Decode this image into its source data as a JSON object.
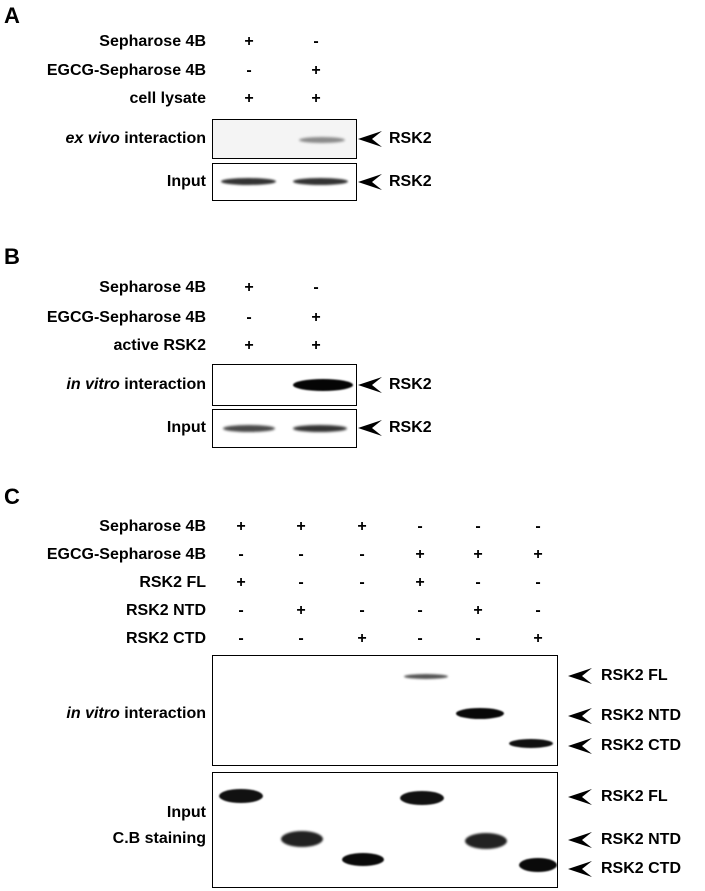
{
  "panels": {
    "a": "A",
    "b": "B",
    "c": "C"
  },
  "panel_a": {
    "rows": [
      {
        "label": "Sepharose 4B",
        "values": [
          "+",
          "-"
        ]
      },
      {
        "label": "EGCG-Sepharose 4B",
        "values": [
          "-",
          "+"
        ]
      },
      {
        "label": "cell lysate",
        "values": [
          "+",
          "+"
        ]
      }
    ],
    "interaction_label_italic": "ex vivo",
    "interaction_label_rest": " interaction",
    "input_label": "Input",
    "band_label_1": "RSK2",
    "band_label_2": "RSK2"
  },
  "panel_b": {
    "rows": [
      {
        "label": "Sepharose 4B",
        "values": [
          "+",
          "-"
        ]
      },
      {
        "label": "EGCG-Sepharose 4B",
        "values": [
          "-",
          "+"
        ]
      },
      {
        "label": "active RSK2",
        "values": [
          "+",
          "+"
        ]
      }
    ],
    "interaction_label_italic": "in vitro",
    "interaction_label_rest": " interaction",
    "input_label": "Input",
    "band_label_1": "RSK2",
    "band_label_2": "RSK2"
  },
  "panel_c": {
    "rows": [
      {
        "label": "Sepharose 4B",
        "values": [
          "+",
          "+",
          "+",
          "-",
          "-",
          "-"
        ]
      },
      {
        "label": "EGCG-Sepharose 4B",
        "values": [
          "-",
          "-",
          "-",
          "+",
          "+",
          "+"
        ]
      },
      {
        "label": "RSK2 FL",
        "values": [
          "+",
          "-",
          "-",
          "+",
          "-",
          "-"
        ]
      },
      {
        "label": "RSK2 NTD",
        "values": [
          "-",
          "+",
          "-",
          "-",
          "+",
          "-"
        ]
      },
      {
        "label": "RSK2 CTD",
        "values": [
          "-",
          "-",
          "+",
          "-",
          "-",
          "+"
        ]
      }
    ],
    "interaction_label_italic": "in vitro",
    "interaction_label_rest": " interaction",
    "input_label_1": "Input",
    "input_label_2": "C.B staining",
    "top_band_labels": [
      "RSK2 FL",
      "RSK2 NTD",
      "RSK2 CTD"
    ],
    "bottom_band_labels": [
      "RSK2 FL",
      "RSK2 NTD",
      "RSK2 CTD"
    ]
  }
}
